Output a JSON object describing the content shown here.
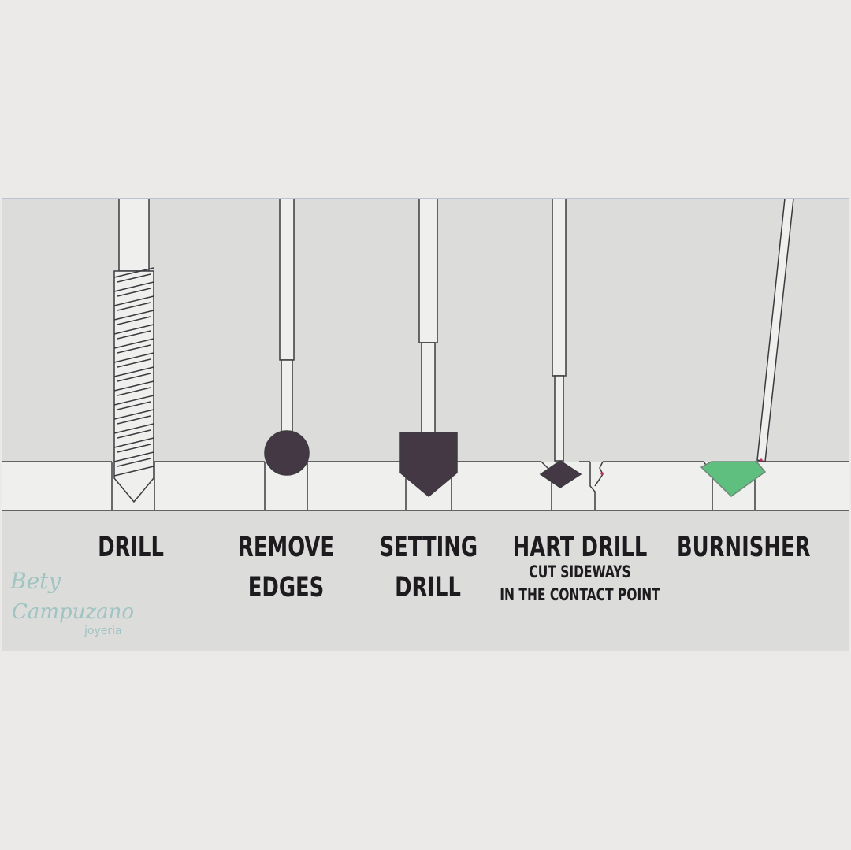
{
  "colors": {
    "background": "#ebeae8",
    "panel": "#dcdcdb",
    "metal": "#efefee",
    "outline": "#3c3a3e",
    "tool_head": "#443845",
    "gem": "#5fbf7e",
    "watermark": "#9fc4c1"
  },
  "tools": [
    {
      "id": "drill",
      "lines": [
        "DRILL"
      ]
    },
    {
      "id": "remove-edges",
      "lines": [
        "REMOVE",
        "EDGES"
      ]
    },
    {
      "id": "setting-drill",
      "lines": [
        "SETTING",
        "DRILL"
      ]
    },
    {
      "id": "hart-drill",
      "lines": [
        "HART DRILL"
      ],
      "note": [
        "CUT SIDEWAYS",
        "IN THE CONTACT POINT"
      ]
    },
    {
      "id": "burnisher",
      "lines": [
        "BURNISHER"
      ]
    }
  ],
  "watermark": {
    "line1": "Bety",
    "line2": "Campuzano",
    "line3": "joyeria"
  }
}
